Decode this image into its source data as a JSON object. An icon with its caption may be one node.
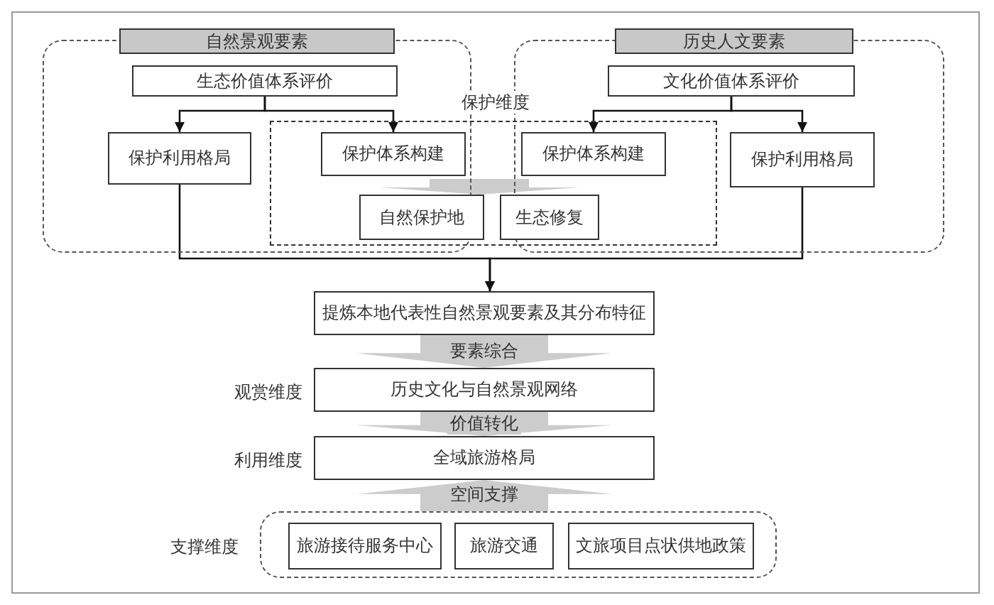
{
  "diagram": {
    "nodes": [
      {
        "text": [
          "自然景观要素"
        ]
      },
      {
        "text": [
          "历史人文要素"
        ]
      },
      {
        "text": [
          "生态价值体系评价"
        ],
        "in": 0
      },
      {
        "text": [
          "保护利用格局"
        ],
        "in": 0
      },
      {
        "text": [
          "保护维度"
        ]
      },
      {
        "text": [
          "保护体系构建"
        ]
      },
      {
        "text": [
          "自然保护地"
        ],
        "in": 4
      },
      {
        "text": [
          "生态修复"
        ],
        "in": 4
      },
      {
        "text": [
          "文化价值体系评价"
        ],
        "in": 1
      },
      {
        "text": [
          "保护体系构建"
        ]
      },
      {
        "text": [
          "保护利用格局"
        ],
        "in": 1
      },
      {
        "text": [
          "提炼本地代表性自然景观要素及其分布特征"
        ]
      },
      {
        "text": [
          "历史文化与自然景观网络"
        ],
        "beside": [
          "观赏维度"
        ]
      },
      {
        "text": [
          "全域旅游格局"
        ],
        "beside": [
          "利用维度"
        ]
      },
      {
        "text": [],
        "shape": "box",
        "beside": [
          "支撑维度"
        ]
      },
      {
        "text": [
          "旅游接待服务中心"
        ],
        "in": 14
      },
      {
        "text": [
          "旅游交通"
        ],
        "in": 14
      },
      {
        "text": [
          "文旅项目点状供地政策"
        ],
        "in": 14
      }
    ],
    "edges": [
      {
        "from": 2,
        "to": 3,
        "arrow": "to"
      },
      {
        "from": 2,
        "to": 5,
        "arrow": "to"
      },
      {
        "from": 8,
        "to": 9,
        "arrow": "to"
      },
      {
        "from": 8,
        "to": 10,
        "arrow": "to"
      },
      {
        "from": 3,
        "to": 11,
        "arrow": "to"
      },
      {
        "from": 10,
        "to": 11,
        "arrow": "to"
      },
      {
        "from": 5,
        "to": 6,
        "arrow": "to",
        "style": "thick",
        "color": "#cccccc"
      },
      {
        "from": 9,
        "to": 7,
        "arrow": "to",
        "style": "thick",
        "color": "#cccccc"
      },
      {
        "from": 11,
        "to": 12,
        "arrow": "to",
        "label": "要素综合",
        "style": "thick",
        "color": "#cccccc"
      },
      {
        "from": 12,
        "to": 13,
        "arrow": "to",
        "label": "价值转化",
        "style": "thick",
        "color": "#cccccc"
      },
      {
        "from": 14,
        "to": 13,
        "arrow": "to",
        "label": "空间支撑",
        "style": "thick",
        "color": "#cccccc"
      }
    ]
  }
}
